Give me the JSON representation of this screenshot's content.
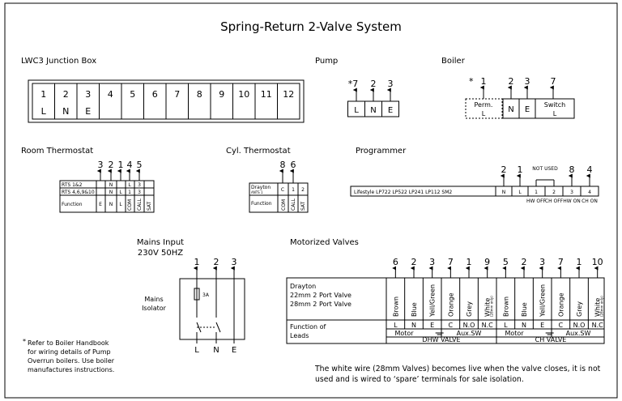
{
  "title": "Spring-Return 2-Valve System",
  "lwc3": {
    "label": "LWC3 Junction Box",
    "terminals": [
      "1",
      "2",
      "3",
      "4",
      "5",
      "6",
      "7",
      "8",
      "9",
      "10",
      "11",
      "12"
    ],
    "letters": [
      "L",
      "N",
      "E"
    ]
  },
  "pump": {
    "label": "Pump",
    "numbers": [
      "*7",
      "2",
      "3"
    ],
    "letters": [
      "L",
      "N",
      "E"
    ]
  },
  "boiler": {
    "label": "Boiler",
    "star": "*",
    "numbers": [
      "1",
      "2",
      "3",
      "7"
    ],
    "perm": "Perm.",
    "perm_l": "L",
    "n": "N",
    "e": "E",
    "switch": "Switch",
    "switch_l": "L"
  },
  "room_thermostat": {
    "label": "Room Thermostat",
    "numbers": [
      "3",
      "2",
      "1",
      "4",
      "5"
    ],
    "row1_label": "RTS 1&2",
    "row1_cells": [
      "N",
      "L",
      "3"
    ],
    "row2_label": "RTS 4,6,9&10",
    "row2_cells": [
      "N",
      "L",
      "1",
      "3"
    ],
    "function_label": "Function",
    "function_cells": [
      "E",
      "N",
      "L",
      "COM",
      "CALL",
      "SAT"
    ]
  },
  "cyl_thermostat": {
    "label": "Cyl. Thermostat",
    "numbers": [
      "8",
      "6"
    ],
    "drayton": "Drayton",
    "drayton_sub": "ANTS 1",
    "cells": [
      "C",
      "1",
      "2"
    ],
    "function_label": "Function",
    "function_cells": [
      "COM",
      "CALL",
      "SAT"
    ]
  },
  "programmer": {
    "label": "Programmer",
    "numbers": [
      "2",
      "1",
      "8",
      "4"
    ],
    "not_used": "NOT USED",
    "models": "Lifestyle LP722 LP522 LP241 LP112 SM2",
    "cells": [
      "N",
      "L",
      "1",
      "2",
      "3",
      "4"
    ],
    "hw_off": "HW OFF",
    "ch_off": "CH OFF",
    "hw_on": "HW ON",
    "ch_on": "CH ON"
  },
  "mains": {
    "label1": "Mains Input",
    "label2": "230V 50HZ",
    "numbers": [
      "1",
      "2",
      "3"
    ],
    "isolator1": "Mains",
    "isolator2": "Isolator",
    "fuse": "3A",
    "letters": [
      "L",
      "N",
      "E"
    ]
  },
  "valves": {
    "label": "Motorized Valves",
    "drayton": "Drayton",
    "line2": "22mm 2 Port Valve",
    "line3": "28mm 2 Port Valve",
    "function1": "Function of",
    "function2": "Leads",
    "wires": [
      "Brown",
      "Blue",
      "Yell/Green",
      "Orange",
      "Grey",
      "White"
    ],
    "white_note": "(28mm only)",
    "dhw_numbers": [
      "6",
      "2",
      "3",
      "7",
      "1",
      "9"
    ],
    "ch_numbers": [
      "5",
      "2",
      "3",
      "7",
      "1",
      "10"
    ],
    "leads": [
      "L",
      "N",
      "E",
      "C",
      "N.O",
      "N.C"
    ],
    "motor": "Motor",
    "aux": "Aux.SW",
    "dhw": "DHW VALVE",
    "ch": "CH VALVE"
  },
  "footnote": [
    "Refer to Boiler Handbook",
    "for wiring details of Pump",
    "Overrun boilers. Use boiler",
    "manufactures instructions."
  ],
  "footnote_star": "*",
  "note": [
    "The white wire (28mm Valves) becomes live when the valve closes, it is not",
    "used and is wired to ‘spare’ terminals for sale isolation."
  ]
}
